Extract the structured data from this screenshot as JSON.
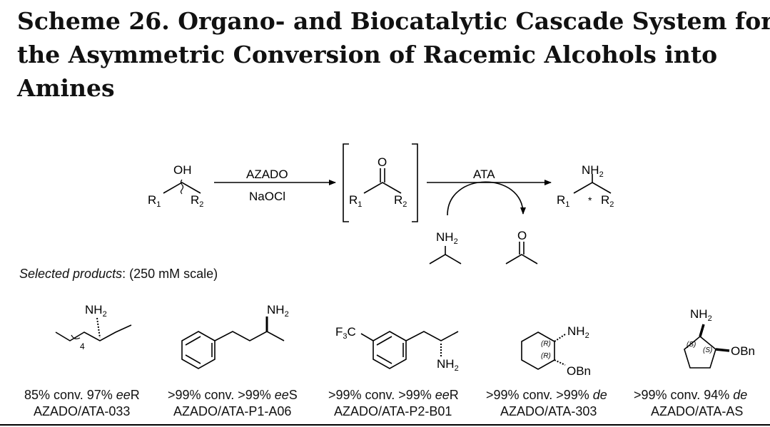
{
  "title": {
    "line1": "Scheme 26. Organo- and Biocatalytic Cascade System for",
    "line2": "the Asymmetric Conversion of Racemic Alcohols into",
    "line3": "Amines"
  },
  "reaction": {
    "substrate": {
      "oh": "OH",
      "r1": "R",
      "r2": "R",
      "sub1": "1",
      "sub2": "2"
    },
    "step1": {
      "reagent_top": "AZADO",
      "reagent_bottom": "NaOCl"
    },
    "intermediate": {
      "o": "O",
      "r1": "R",
      "r2": "R",
      "sub1": "1",
      "sub2": "2"
    },
    "step2": {
      "reagent_top": "ATA"
    },
    "amine_donor": {
      "nh": "NH",
      "sub": "2"
    },
    "coproduct": {
      "o": "O"
    },
    "product": {
      "nh": "NH",
      "sub": "2",
      "r1": "R",
      "r2": "R",
      "sub1": "1",
      "sub2": "2",
      "star": "*"
    }
  },
  "selected": {
    "label_italic": "Selected products",
    "label_rest": ": (250 mM scale)"
  },
  "products": [
    {
      "amine": "NH",
      "sub": "2",
      "repeat": "4",
      "result_prefix": "85% conv. 97% ",
      "result_italic": "ee",
      "result_suffix": "R",
      "catalyst": "AZADO/ATA-033"
    },
    {
      "amine": "NH",
      "sub": "2",
      "result_prefix": ">99% conv. >99% ",
      "result_italic": "ee",
      "result_suffix": "S",
      "catalyst": "AZADO/ATA-P1-A06"
    },
    {
      "amine": "NH",
      "sub": "2",
      "cf3_f": "F",
      "cf3_3": "3",
      "cf3_c": "C",
      "result_prefix": ">99% conv. >99% ",
      "result_italic": "ee",
      "result_suffix": "R",
      "catalyst": "AZADO/ATA-P2-B01"
    },
    {
      "amine": "NH",
      "sub": "2",
      "stereo1": "(R)",
      "stereo2": "(R)",
      "ether": "OBn",
      "result_prefix": ">99% conv. >99% ",
      "result_italic": "de",
      "result_suffix": "",
      "catalyst": "AZADO/ATA-303"
    },
    {
      "amine": "NH",
      "sub": "2",
      "stereo1": "(S)",
      "stereo2": "(S)",
      "ether": "OBn",
      "result_prefix": ">99% conv. 94% ",
      "result_italic": "de",
      "result_suffix": "",
      "catalyst": "AZADO/ATA-AS"
    }
  ]
}
